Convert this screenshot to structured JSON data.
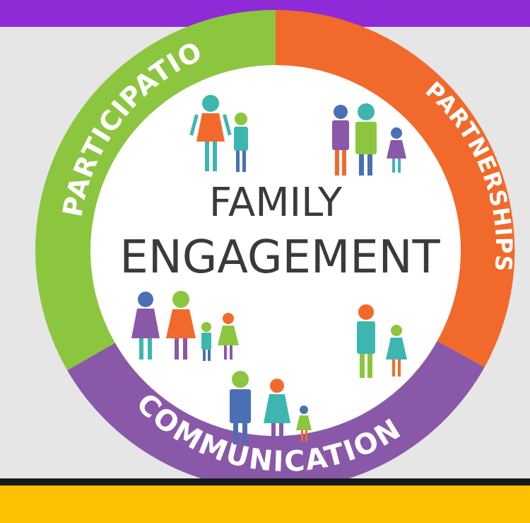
{
  "center": {
    "line1": "FAMILY",
    "line2": "ENGAGEMENT"
  },
  "segments": {
    "participation": "PARTICIPATION",
    "partnerships": "PARTNERSHIPS",
    "communication": "COMMUNICATION"
  },
  "colors": {
    "top_band": "#8f2bd6",
    "bottom_band": "#fcc200",
    "participation": "#8cc63f",
    "partnerships": "#f26a2b",
    "communication": "#8a58a8",
    "background": "#e6e6e6"
  }
}
